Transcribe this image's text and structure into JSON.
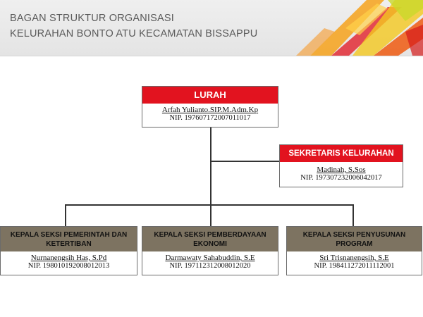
{
  "header": {
    "title_line1": "BAGAN STRUKTUR ORGANISASI",
    "title_line2": "KELURAHAN BONTO ATU KECAMATAN BISSAPPU"
  },
  "colors": {
    "lurah_header": "#e2131f",
    "sekretaris_header": "#e2131f",
    "kasi_header": "#7d7361"
  },
  "org": {
    "lurah": {
      "title": "LURAH",
      "name": "Arfah Yulianto.SIP.M.Adm.Kp",
      "nip": "NIP. 197607172007011017"
    },
    "sekretaris": {
      "title": "SEKRETARIS KELURAHAN",
      "name": "Madinah, S.Sos",
      "nip": "NIP. 197307232006042017"
    },
    "kasi": [
      {
        "title": "KEPALA SEKSI PEMERINTAH DAN KETERTIBAN",
        "name": "Nurnanengsih Has, S.Pd",
        "nip": "NIP. 198010192008012013"
      },
      {
        "title": "KEPALA SEKSI PEMBERDAYAAN EKONOMI",
        "name": "Darmawaty Sahabuddin, S.E",
        "nip": "NIP. 197112312008012020"
      },
      {
        "title": "KEPALA SEKSI PENYUSUNAN PROGRAM",
        "name": "Sri Trisnanengsih, S.E",
        "nip": "NIP. 198411272011112001"
      }
    ]
  }
}
